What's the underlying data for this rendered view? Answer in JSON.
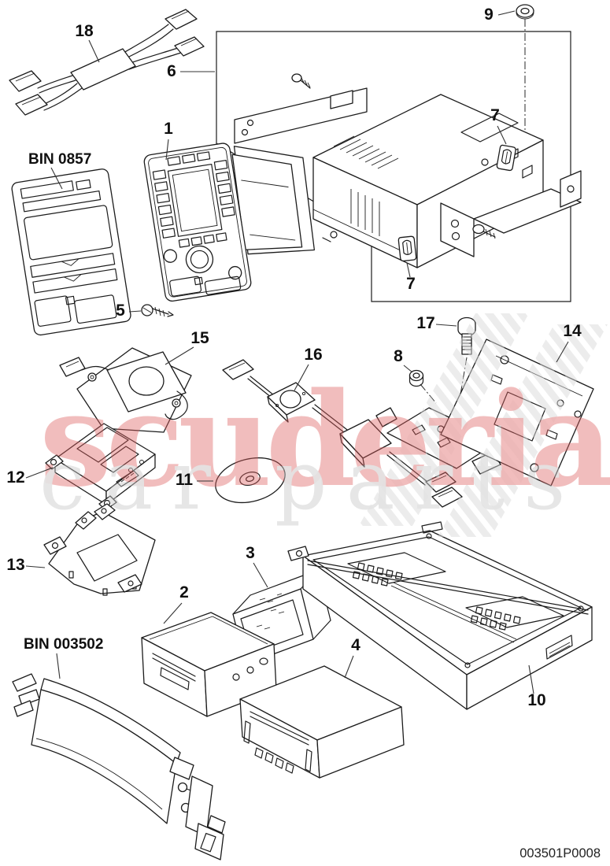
{
  "page": {
    "background": "#ffffff"
  },
  "watermark": {
    "brand": "scuderia",
    "tagline": "car parts",
    "brand_color": "#dd5f5f",
    "tagline_color": "#c9c9c9",
    "stripe_color": "#dadada"
  },
  "bin_labels": [
    "BIN 0857",
    "BIN 003502"
  ],
  "drawing_code": "003501P0008",
  "callouts": [
    {
      "num": "18"
    },
    {
      "num": "9"
    },
    {
      "num": "6"
    },
    {
      "num": "7"
    },
    {
      "num": "1"
    },
    {
      "num": "7"
    },
    {
      "num": "5"
    },
    {
      "num": "15"
    },
    {
      "num": "17"
    },
    {
      "num": "16"
    },
    {
      "num": "8"
    },
    {
      "num": "14"
    },
    {
      "num": "12"
    },
    {
      "num": "11"
    },
    {
      "num": "13"
    },
    {
      "num": "3"
    },
    {
      "num": "2"
    },
    {
      "num": "4"
    },
    {
      "num": "10"
    }
  ]
}
